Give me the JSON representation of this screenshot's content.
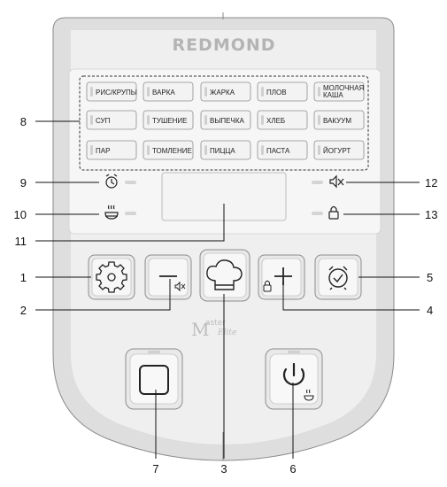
{
  "brand": "REDMOND",
  "submark": {
    "letter": "M",
    "word": "aster",
    "script": "Elite"
  },
  "programs": [
    [
      "РИС/КРУПЫ",
      "ВАРКА",
      "ЖАРКА",
      "ПЛОВ",
      "МОЛОЧНАЯ\nКАША"
    ],
    [
      "СУП",
      "ТУШЕНИЕ",
      "ВЫПЕЧКА",
      "ХЛЕБ",
      "ВАКУУМ"
    ],
    [
      "ПАР",
      "ТОМЛЕНИЕ",
      "ПИЦЦА",
      "ПАСТА",
      "ЙОГУРТ"
    ]
  ],
  "callouts": {
    "c1": "1",
    "c2": "2",
    "c3": "3",
    "c4": "4",
    "c5": "5",
    "c6": "6",
    "c7": "7",
    "c8": "8",
    "c9": "9",
    "c10": "10",
    "c11": "11",
    "c12": "12",
    "c13": "13"
  },
  "icons": {
    "settings": "gear-icon",
    "minus": "minus-icon",
    "mute": "speaker-mute-icon",
    "chef": "chef-hat-icon",
    "plus": "plus-icon",
    "lock": "lock-icon",
    "timer": "alarm-clock-icon",
    "start": "square-stop-icon",
    "power": "power-icon",
    "warm": "keep-warm-icon"
  }
}
